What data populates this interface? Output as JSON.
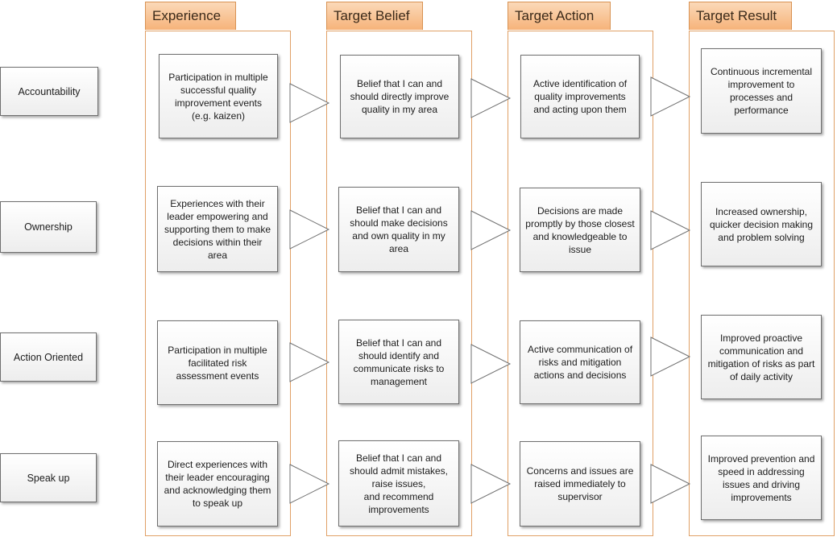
{
  "columns": [
    {
      "id": "experience",
      "label": "Experience"
    },
    {
      "id": "belief",
      "label": "Target Belief"
    },
    {
      "id": "action",
      "label": "Target Action"
    },
    {
      "id": "result",
      "label": "Target Result"
    }
  ],
  "rows": [
    {
      "label": "Accountability",
      "experience": "Participation in multiple successful quality improvement events (e.g. kaizen)",
      "belief": "Belief that I can and should directly improve quality in my area",
      "action": "Active identification of quality improvements and acting upon them",
      "result": "Continuous incremental improvement to processes and performance"
    },
    {
      "label": "Ownership",
      "experience": "Experiences with their leader empowering and supporting them to make decisions within their area",
      "belief": "Belief that I can and should make decisions and own quality in my area",
      "action": "Decisions are made promptly by those closest and knowledgeable to issue",
      "result": "Increased ownership, quicker decision making and problem solving"
    },
    {
      "label": "Action Oriented",
      "experience": "Participation in multiple facilitated risk assessment events",
      "belief": "Belief that I can and should identify and communicate risks to management",
      "action": "Active communication of risks and mitigation actions and decisions",
      "result": "Improved proactive communication and mitigation of risks as part of daily activity"
    },
    {
      "label": "Speak up",
      "experience": "Direct experiences with their leader encouraging and acknowledging them to speak up",
      "belief": "Belief that I can and should admit mistakes, raise issues,\nand recommend improvements",
      "action": "Concerns and issues are raised immediately to supervisor",
      "result": "Improved prevention and speed in addressing issues and driving improvements"
    }
  ]
}
